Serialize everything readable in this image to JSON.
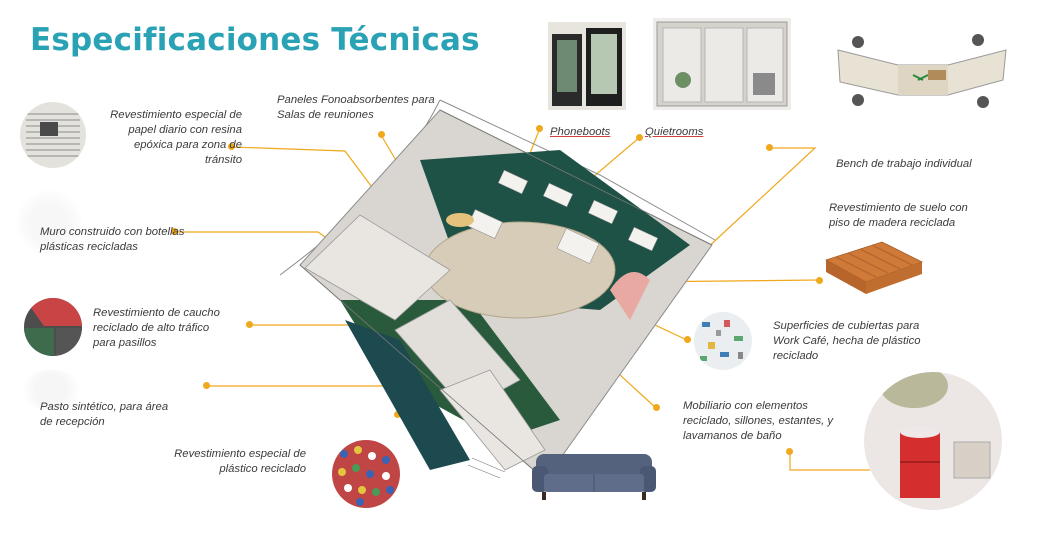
{
  "title": "Especificaciones Técnicas",
  "labels": {
    "papel": "Revestimiento especial de papel diario con resina epóxica para zona de tránsito",
    "paneles": "Paneles Fonoabsorbentes para Salas de reuniones",
    "phoneboots": "Phoneboots",
    "quietrooms": "Quietrooms",
    "bench": "Bench de trabajo individual",
    "muro": "Muro construido con botellas plásticas recicladas",
    "suelo": "Revestimiento de suelo con piso de madera reciclada",
    "caucho": "Revestimiento de caucho reciclado de alto tráfico para pasillos",
    "cubiertas": "Superficies de cubiertas para Work Café, hecha de plástico reciclado",
    "pasto": "Pasto sintético, para área de recepción",
    "mobiliario": "Mobiliario con elementos reciclado, sillones, estantes, y lavamanos de baño",
    "plastico": "Revestimiento especial de plástico reciclado"
  },
  "colors": {
    "title": "#2aa2b5",
    "connector": "#f0a81c",
    "text": "#3b3b3b"
  }
}
